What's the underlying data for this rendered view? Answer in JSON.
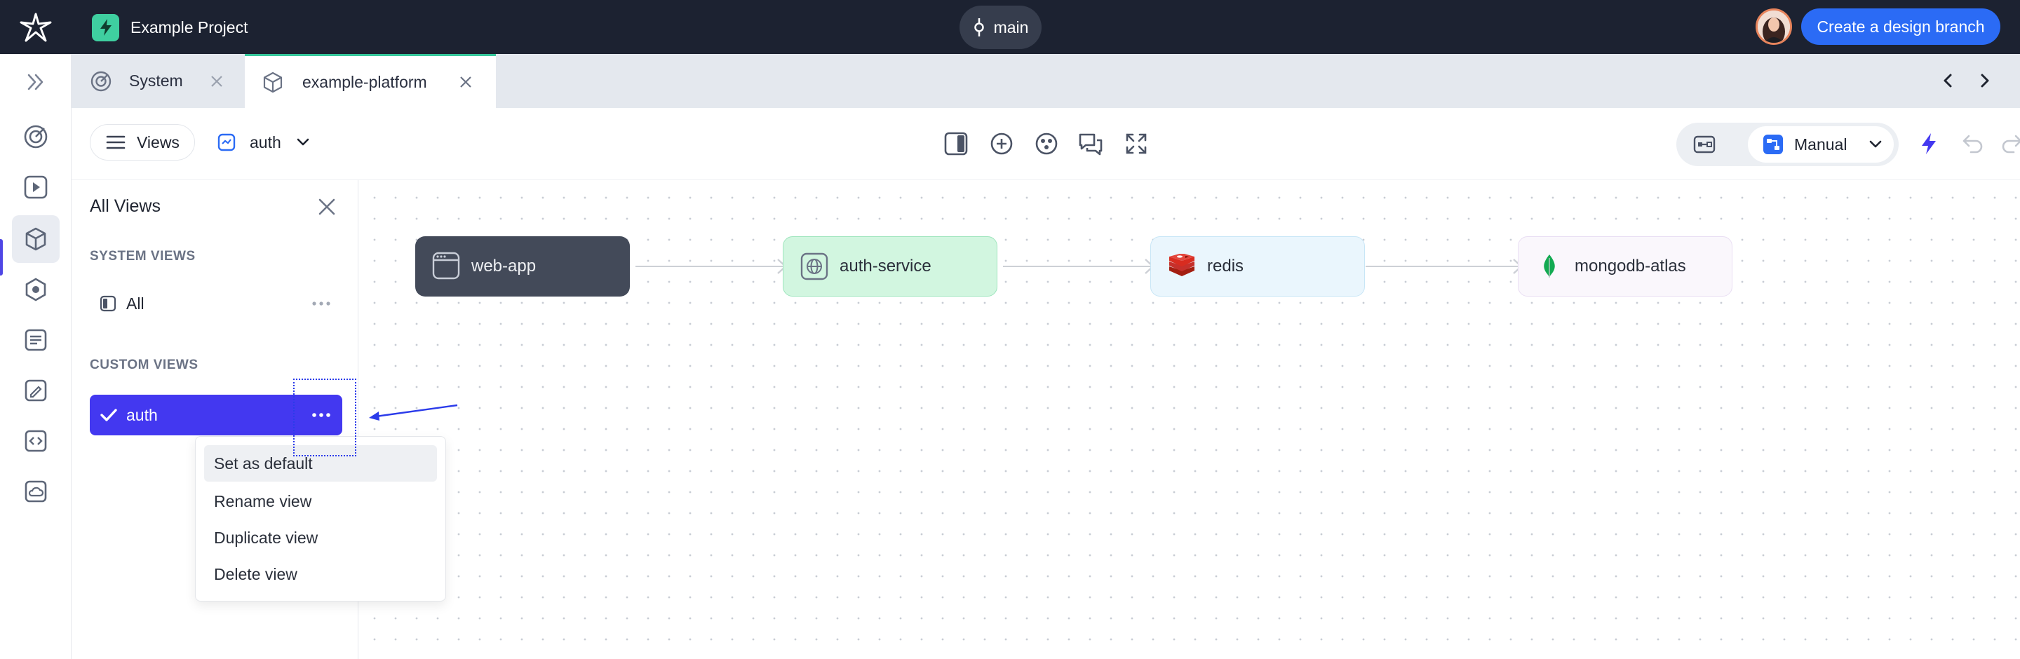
{
  "app": {
    "project_name": "Example Project",
    "branch": "main",
    "cta_label": "Create a design branch"
  },
  "tabs": [
    {
      "label": "System"
    },
    {
      "label": "example-platform"
    }
  ],
  "toolbar": {
    "views_label": "Views",
    "current_view": "auth",
    "mode_label": "Manual"
  },
  "panel": {
    "title": "All Views",
    "system_heading": "SYSTEM VIEWS",
    "system_item": "All",
    "custom_heading": "CUSTOM VIEWS",
    "custom_item": "auth"
  },
  "context_menu": {
    "items": [
      "Set as default",
      "Rename view",
      "Duplicate view",
      "Delete view"
    ]
  },
  "diagram": {
    "nodes": [
      {
        "label": "web-app"
      },
      {
        "label": "auth-service"
      },
      {
        "label": "redis"
      },
      {
        "label": "mongodb-atlas"
      }
    ]
  },
  "colors": {
    "accent": "#4338f0",
    "topbar": "#1c2231",
    "cta": "#2b6bf5",
    "tab_active_border": "#36c79b"
  }
}
